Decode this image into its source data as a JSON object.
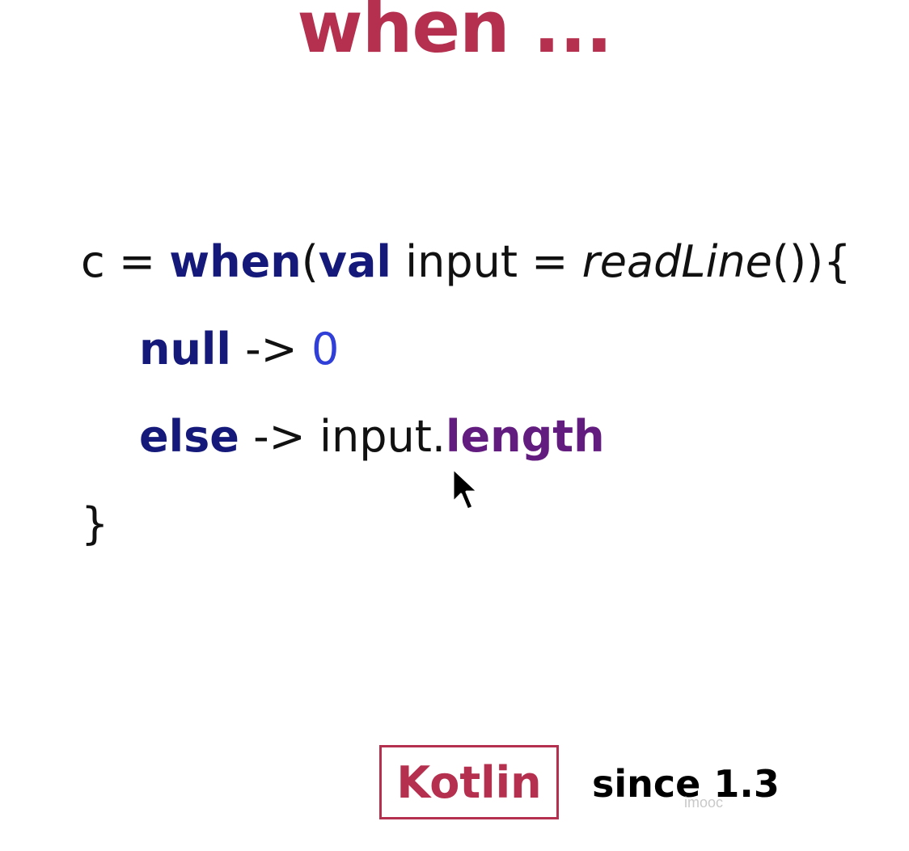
{
  "title": "when ...",
  "code": {
    "line1": {
      "var": "c",
      "assign": " = ",
      "kw_when": "when",
      "paren_open": "(",
      "kw_val": "val",
      "mid": " input = ",
      "fn": "readLine",
      "tail": "()){"
    },
    "line2": {
      "kw_null": "null",
      "arrow": " -> ",
      "number": "0"
    },
    "line3": {
      "kw_else": "else",
      "arrow": " -> ",
      "receiver": "input.",
      "property": "length"
    },
    "line4": {
      "close": "}"
    }
  },
  "badge": {
    "label": "Kotlin"
  },
  "since": {
    "label": "since 1.3"
  },
  "watermark": "imooc",
  "colors": {
    "accent": "#b5304e",
    "keyword": "#151a7a",
    "number": "#2f3fd8",
    "property": "#621b7e"
  },
  "icons": {
    "cursor": "mouse-pointer-icon"
  }
}
